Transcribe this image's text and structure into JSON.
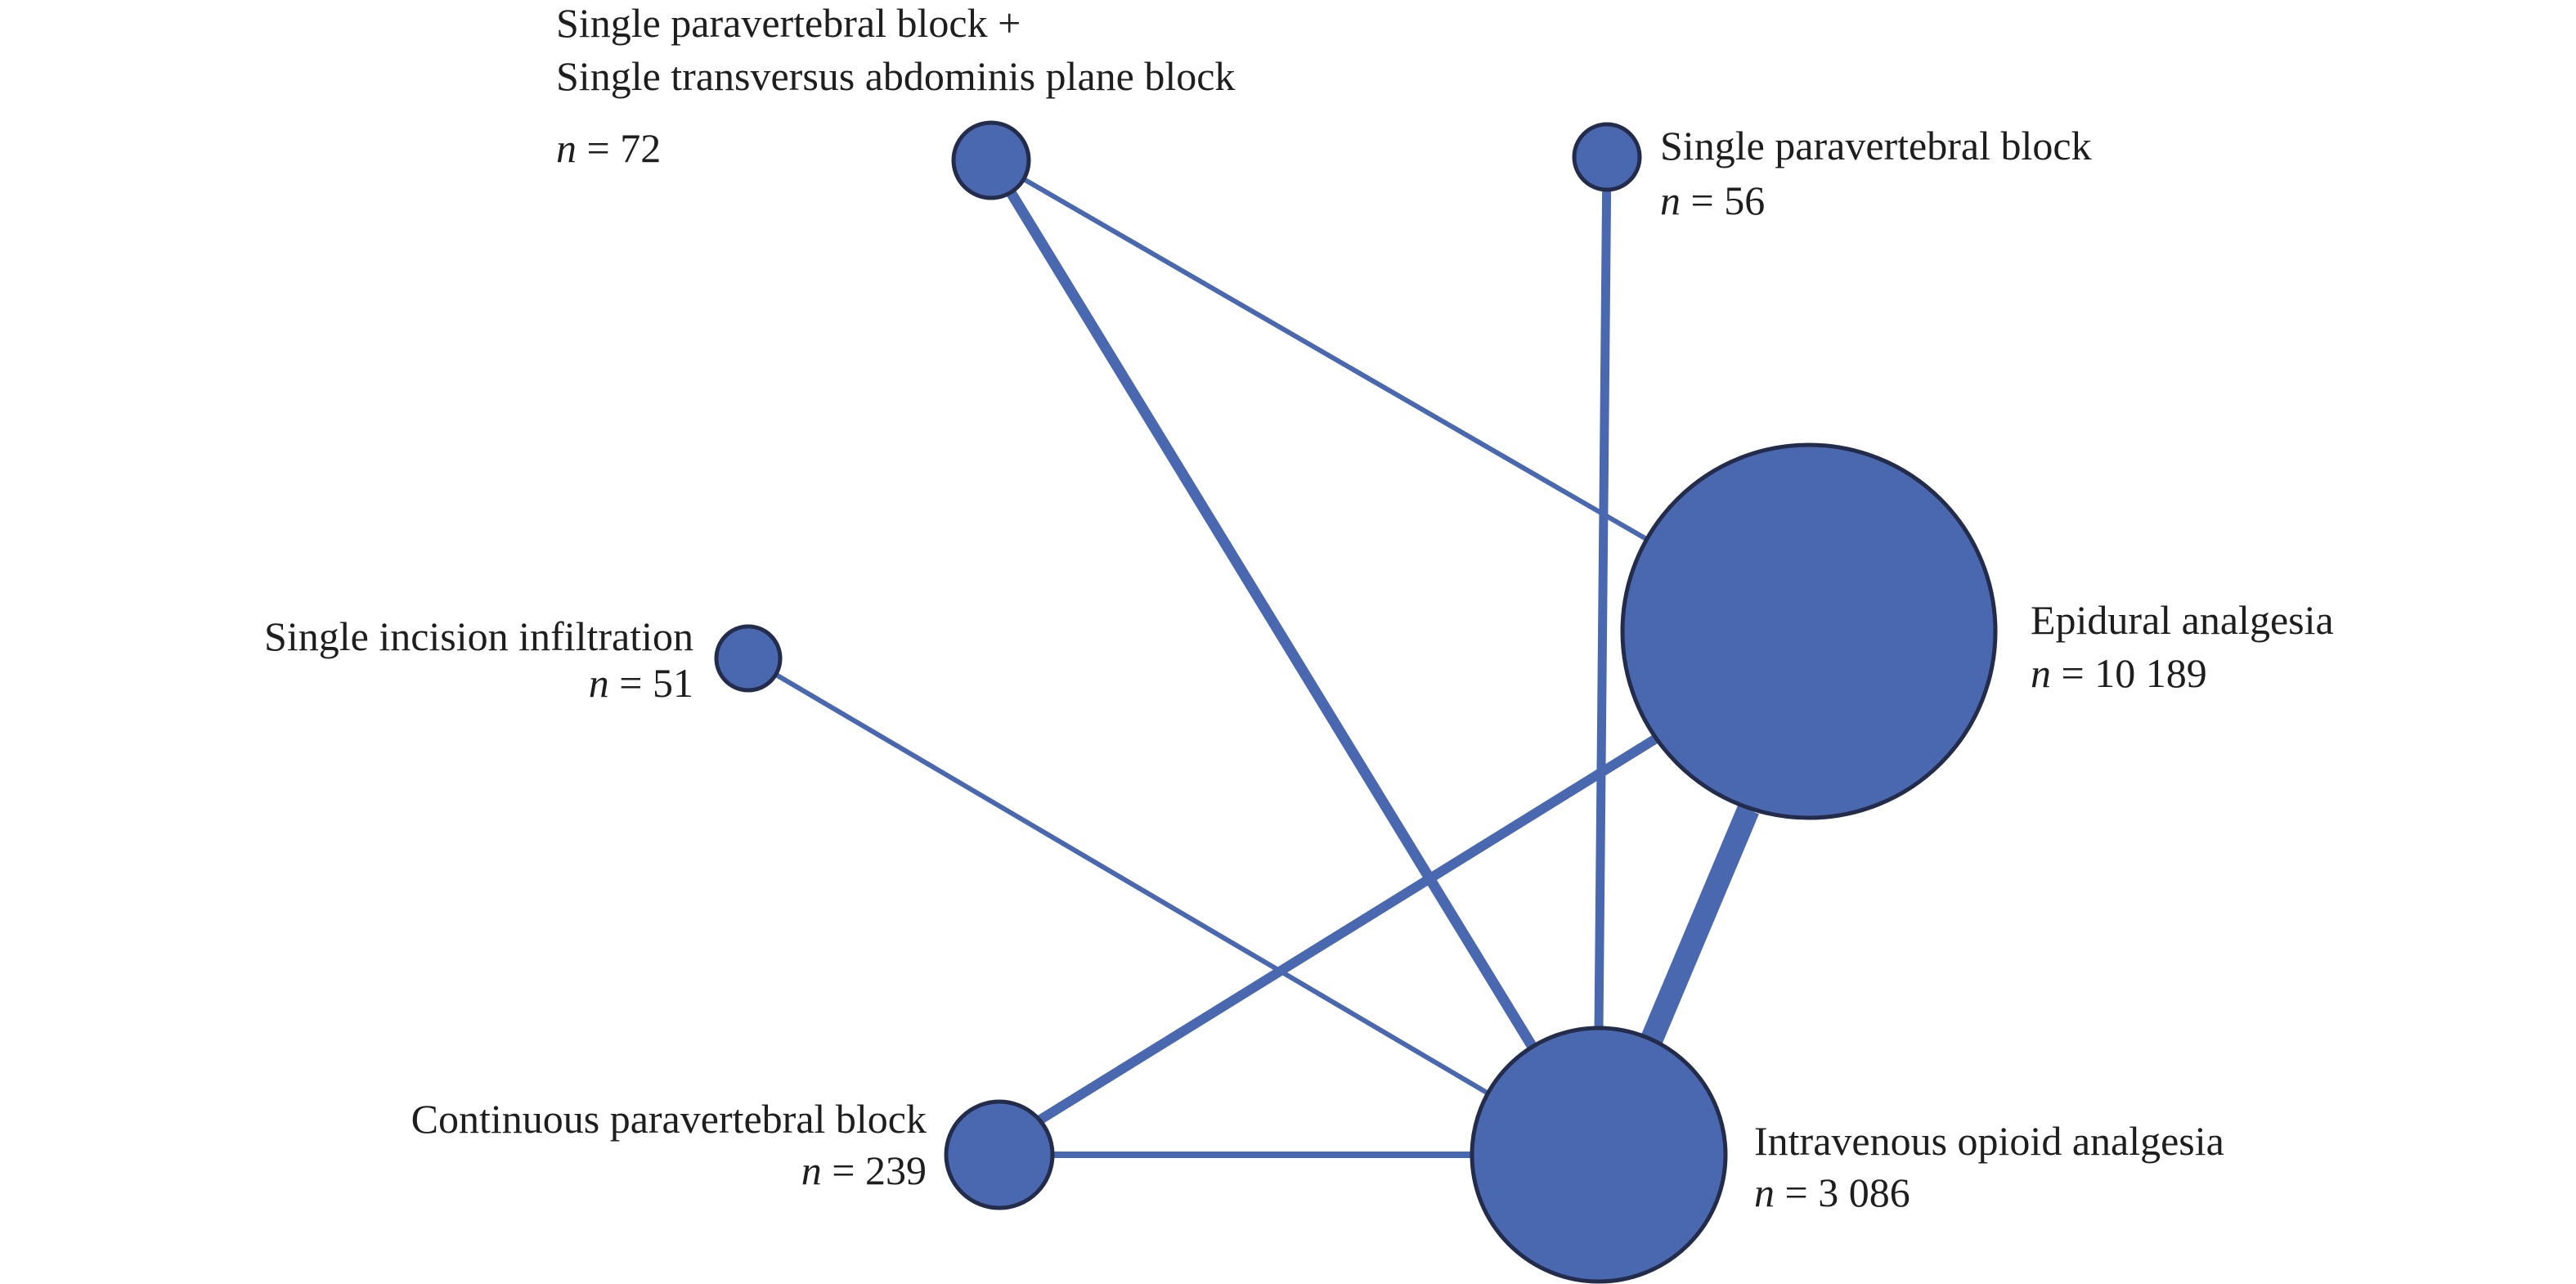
{
  "colors": {
    "node_fill": "#4a68b0",
    "node_stroke": "#232c4a",
    "edge": "#4a68b0",
    "text": "#1e1e1e"
  },
  "nodes": {
    "spvb_stap": {
      "label_line1": "Single paravertebral block +",
      "label_line2": "Single transversus abdominis plane block",
      "n_prefix": "n",
      "n_value": "= 72"
    },
    "spvb": {
      "label": "Single paravertebral block",
      "n_prefix": "n",
      "n_value": "= 56"
    },
    "sii": {
      "label": "Single incision infiltration",
      "n_prefix": "n",
      "n_value": "= 51"
    },
    "epidural": {
      "label": "Epidural analgesia",
      "n_prefix": "n",
      "n_value": "= 10 189"
    },
    "cpvb": {
      "label": "Continuous paravertebral block",
      "n_prefix": "n",
      "n_value": "= 239"
    },
    "iv_opioid": {
      "label": "Intravenous opioid analgesia",
      "n_prefix": "n",
      "n_value": "= 3 086"
    }
  },
  "edges": [
    {
      "from": "spvb_stap",
      "to": "epidural"
    },
    {
      "from": "spvb_stap",
      "to": "iv_opioid"
    },
    {
      "from": "spvb",
      "to": "iv_opioid"
    },
    {
      "from": "sii",
      "to": "iv_opioid"
    },
    {
      "from": "cpvb",
      "to": "epidural"
    },
    {
      "from": "cpvb",
      "to": "iv_opioid"
    },
    {
      "from": "epidural",
      "to": "iv_opioid"
    }
  ]
}
